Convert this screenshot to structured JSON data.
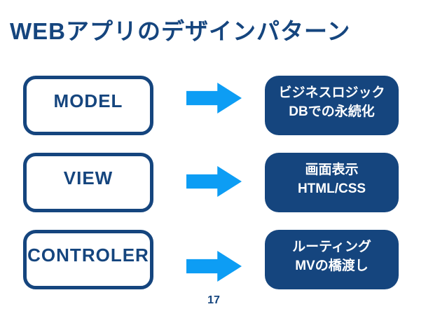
{
  "slide": {
    "title": "WEBアプリのデザインパターン",
    "page_number": "17"
  },
  "colors": {
    "navy": "#15457E",
    "arrow-blue": "#0D9DF4",
    "background": "#FFFFFF",
    "box-text": "#FFFFFF"
  },
  "diagram": {
    "rows": [
      {
        "component": "MODEL",
        "arrow_icon": "right-arrow-icon",
        "description_line1": "ビジネスロジック",
        "description_line2": "DBでの永続化"
      },
      {
        "component": "VIEW",
        "arrow_icon": "right-arrow-icon",
        "description_line1": "画面表示",
        "description_line2": "HTML/CSS"
      },
      {
        "component": "CONTROLER",
        "arrow_icon": "right-arrow-icon",
        "description_line1": "ルーティング",
        "description_line2": "MVの橋渡し"
      }
    ]
  }
}
